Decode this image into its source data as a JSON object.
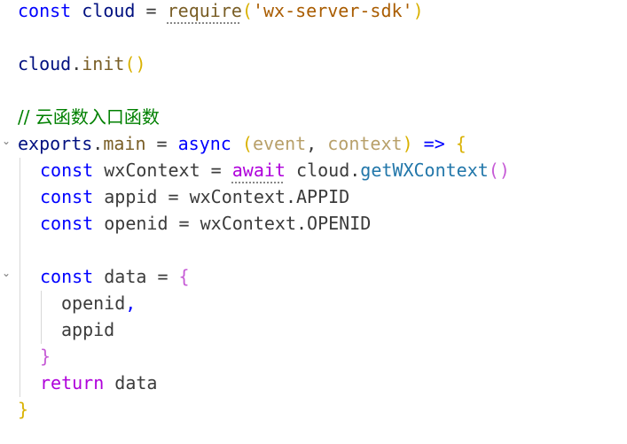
{
  "code": {
    "l1": {
      "kw": "const",
      "sp1": " ",
      "name": "cloud",
      "sp2": " = ",
      "fn": "require",
      "p1": "(",
      "str": "'wx-server-sdk'",
      "p2": ")"
    },
    "l3": {
      "var": "cloud",
      "dot": ".",
      "fn": "init",
      "p": "()"
    },
    "l5": {
      "comment": "// 云函数入口函数"
    },
    "l6": {
      "var": "exports",
      "dot": ".",
      "prop": "main",
      "eq": " = ",
      "kw": "async",
      "sp": " ",
      "p1": "(",
      "a1": "event",
      "comma": ", ",
      "a2": "context",
      "p2": ")",
      "arrow": " => ",
      "b": "{"
    },
    "l7": {
      "kw": "const",
      "rest": " wxContext = ",
      "aw": "await",
      "sp": " ",
      "obj": "cloud",
      "dot": ".",
      "fn": "getWXContext",
      "p": "()"
    },
    "l8": {
      "kw": "const",
      "rest": " appid = wxContext.APPID"
    },
    "l9": {
      "kw": "const",
      "rest": " openid = wxContext.OPENID"
    },
    "l11": {
      "kw": "const",
      "rest": " data = ",
      "b": "{"
    },
    "l12": {
      "text": "openid",
      "comma": ","
    },
    "l13": {
      "text": "appid"
    },
    "l14": {
      "b": "}"
    },
    "l15": {
      "kw": "return",
      "rest": " data"
    },
    "l16": {
      "b": "}"
    }
  },
  "icons": {
    "fold": "chevron-down-icon"
  }
}
